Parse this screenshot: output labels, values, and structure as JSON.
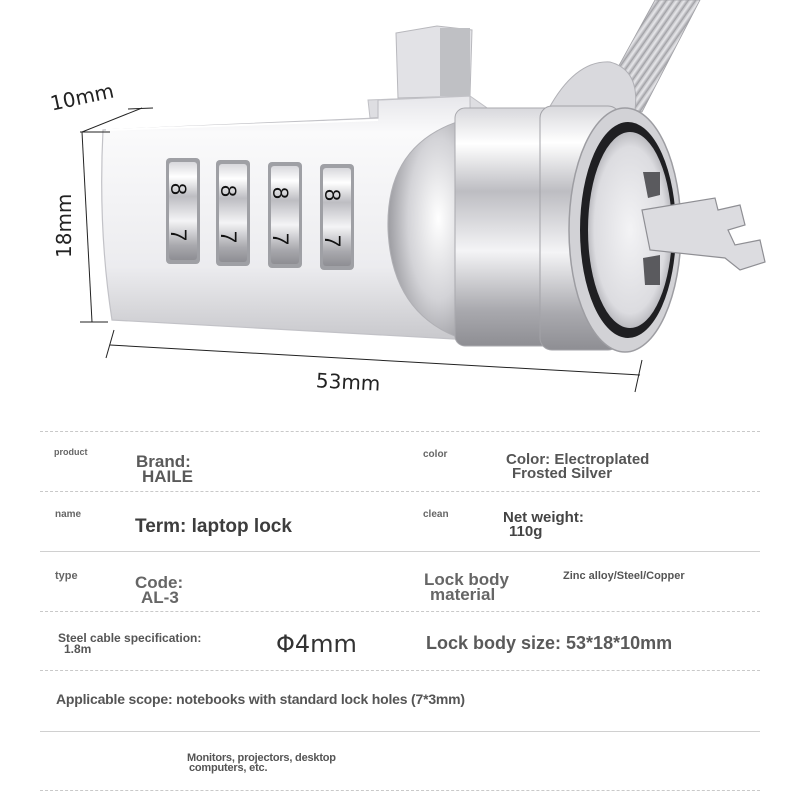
{
  "figure": {
    "dimension_width": "10mm",
    "dimension_height": "18mm",
    "dimension_length": "53mm",
    "dial_digits_top": [
      "8",
      "8",
      "8",
      "8"
    ],
    "dial_digits_bottom": [
      "7",
      "7",
      "7",
      "7"
    ],
    "colors": {
      "metal_light": "#f2f2f4",
      "metal_mid": "#c9c9cd",
      "metal_dark": "#8d8d92",
      "gasket": "#222222"
    }
  },
  "specs": {
    "row1": {
      "left_tag": "product",
      "left_label": "Brand:",
      "left_value": "HAILE",
      "right_tag": "color",
      "right_label": "Color: Electroplated",
      "right_value": "Frosted Silver"
    },
    "row2": {
      "left_tag": "name",
      "left_text": "Term: laptop lock",
      "right_tag": "clean",
      "right_label": "Net weight:",
      "right_value": "110g"
    },
    "row3": {
      "left_tag": "type",
      "left_label": "Code:",
      "left_value": "AL-3",
      "right_label_line1": "Lock body",
      "right_label_line2": "material",
      "right_value": "Zinc alloy/Steel/Copper"
    },
    "row4": {
      "left_label": "Steel cable specification:",
      "left_value": "1.8m",
      "diameter": "Φ4mm",
      "right_text": "Lock body size: 53*18*10mm"
    },
    "row5": {
      "text": "Applicable scope: notebooks with standard lock holes (7*3mm)"
    },
    "row6": {
      "line1": "Monitors, projectors, desktop",
      "line2": "computers, etc."
    }
  }
}
